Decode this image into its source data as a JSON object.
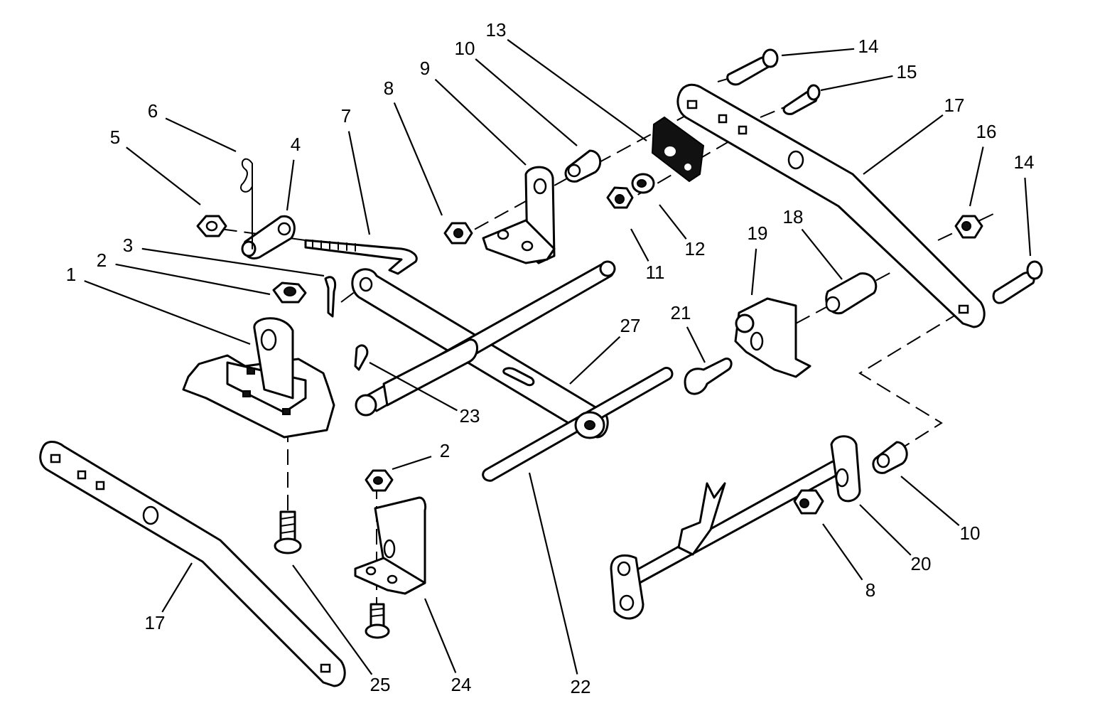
{
  "callouts": [
    {
      "label": "1"
    },
    {
      "label": "2"
    },
    {
      "label": "3"
    },
    {
      "label": "4"
    },
    {
      "label": "5"
    },
    {
      "label": "6"
    },
    {
      "label": "7"
    },
    {
      "label": "8"
    },
    {
      "label": "9"
    },
    {
      "label": "10"
    },
    {
      "label": "13"
    },
    {
      "label": "14"
    },
    {
      "label": "15"
    },
    {
      "label": "17"
    },
    {
      "label": "16"
    },
    {
      "label": "14"
    },
    {
      "label": "11"
    },
    {
      "label": "12"
    },
    {
      "label": "19"
    },
    {
      "label": "18"
    },
    {
      "label": "21"
    },
    {
      "label": "27"
    },
    {
      "label": "23"
    },
    {
      "label": "2"
    },
    {
      "label": "17"
    },
    {
      "label": "25"
    },
    {
      "label": "24"
    },
    {
      "label": "22"
    },
    {
      "label": "8"
    },
    {
      "label": "20"
    },
    {
      "label": "10"
    }
  ]
}
